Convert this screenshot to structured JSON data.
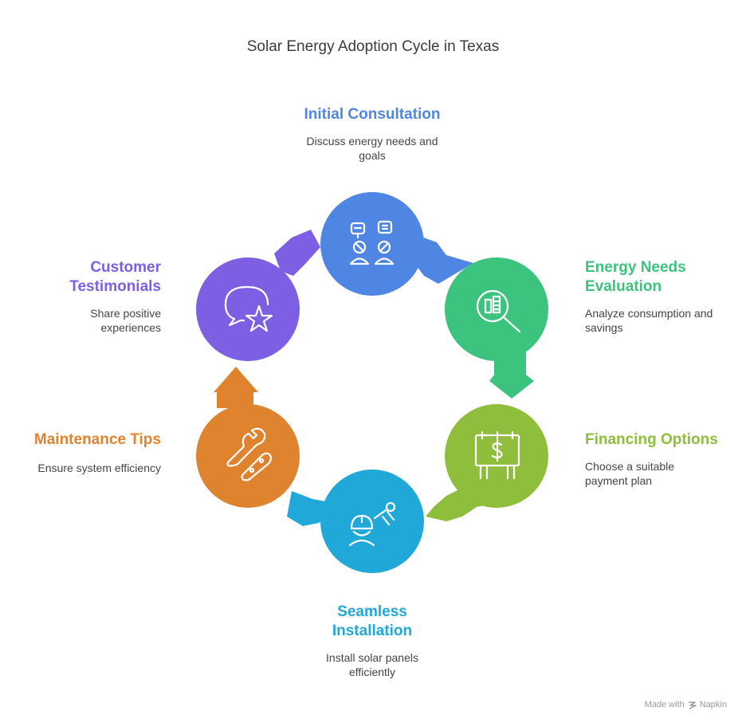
{
  "title": "Solar Energy Adoption Cycle in Texas",
  "colors": {
    "consultation": "#4f86e4",
    "evaluation": "#3cc47f",
    "financing": "#8fbd3c",
    "installation": "#1fa8d8",
    "maintenance": "#e0832f",
    "testimonials": "#7c5fe3"
  },
  "steps": [
    {
      "title": "Initial Consultation",
      "desc": "Discuss energy needs and goals",
      "icon": "consultation-people-icon"
    },
    {
      "title": "Energy Needs Evaluation",
      "desc": "Analyze consumption and savings",
      "icon": "magnifier-chart-icon"
    },
    {
      "title": "Financing Options",
      "desc": "Choose a suitable payment plan",
      "icon": "dollar-billboard-icon"
    },
    {
      "title": "Seamless Installation",
      "desc": "Install solar panels efficiently",
      "icon": "worker-tool-icon"
    },
    {
      "title": "Maintenance Tips",
      "desc": "Ensure system efficiency",
      "icon": "wrench-icon"
    },
    {
      "title": "Customer Testimonials",
      "desc": "Share positive experiences",
      "icon": "chat-star-icon"
    }
  ],
  "footer": {
    "made_with": "Made with",
    "brand": "Napkin"
  }
}
